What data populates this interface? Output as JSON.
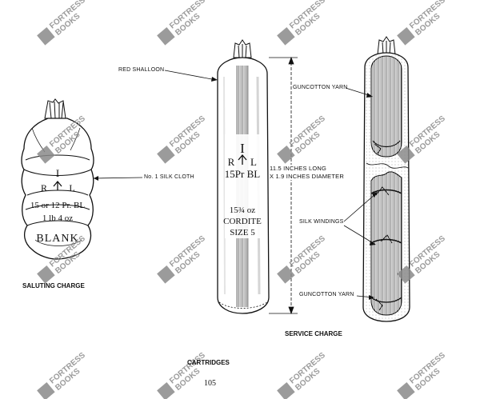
{
  "watermark": {
    "line1": "FORTRESS",
    "line2": "BOOKS"
  },
  "saluting": {
    "caption": "SALUTING CHARGE",
    "stamp_1": "I",
    "stamp_2_left": "R",
    "stamp_2_right": "L",
    "stamp_3": "15 or 12 Pr. BL",
    "stamp_4": "1 lb  4 oz",
    "stamp_5": "BLANK",
    "callout_silk_cloth": "No. 1 SILK CLOTH"
  },
  "service": {
    "caption": "SERVICE CHARGE",
    "stamp_1": "I",
    "stamp_2_left": "R",
    "stamp_2_right": "L",
    "stamp_3": "15Pr BL",
    "stamp_4": "15¾ oz",
    "stamp_5": "CORDITE",
    "stamp_6": "SIZE 5",
    "callout_shalloon": "RED SHALLOON",
    "dimension_length": "11.5 INCHES LONG",
    "dimension_diameter": "X 1.9 INCHES DIAMETER",
    "callout_guncotton_top": "GUNCOTTON YARN",
    "callout_silk_windings": "SILK WINDINGS",
    "callout_guncotton_bottom": "GUNCOTTON YARN"
  },
  "footer": {
    "title": "CARTRIDGES",
    "page_number": "105"
  },
  "colors": {
    "ink": "#1a1a1a",
    "paper": "#ffffff",
    "watermark": "#8a8a8a"
  }
}
